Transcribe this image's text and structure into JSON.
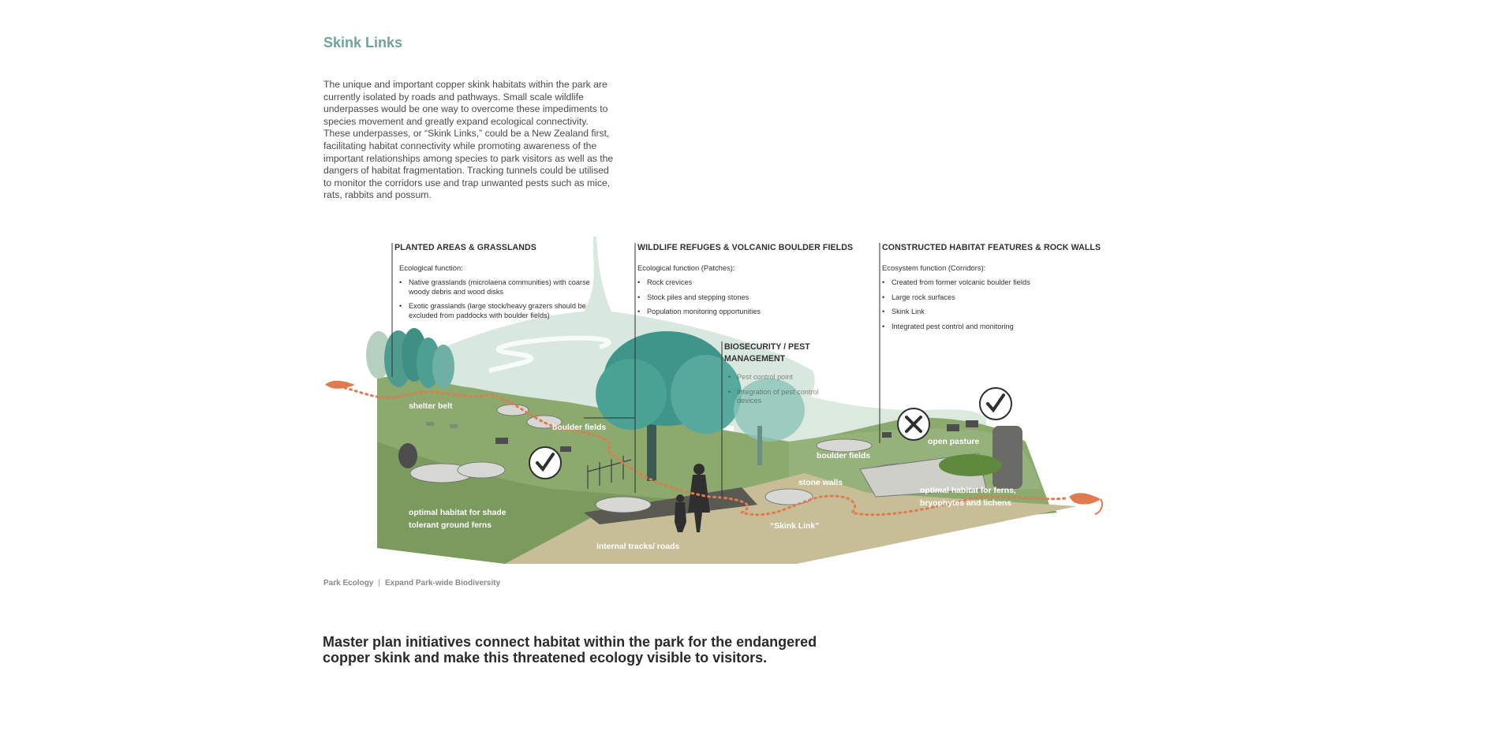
{
  "page": {
    "title": "Skink Links",
    "intro": "The unique and important copper skink habitats within the park are currently isolated by roads and pathways. Small scale wildlife underpasses would be one way to overcome these impediments to species movement and greatly expand ecological connectivity. These underpasses, or “Skink Links,” could be a New Zealand first, facilitating habitat connectivity while promoting awareness of the important relationships among species to park visitors as well as the dangers of habitat fragmentation. Tracking tunnels could be utilised to monitor the corridors use and trap unwanted pests such as mice, rats, rabbits and possum."
  },
  "columns": [
    {
      "heading": "PLANTED AREAS & GRASSLANDS",
      "function_label": "Ecological function:",
      "items": [
        "Native grasslands (microlaena communities) with coarse woody debris and wood disks",
        "Exotic grasslands (large stock/heavy grazers should be excluded from paddocks with boulder fields)"
      ]
    },
    {
      "heading": "WILDLIFE REFUGES & VOLCANIC BOULDER FIELDS",
      "function_label": "Ecological function (Patches):",
      "items": [
        "Rock crevices",
        "Stock piles and stepping stones",
        "Population monitoring opportunities"
      ]
    },
    {
      "heading": "CONSTRUCTED HABITAT FEATURES & ROCK WALLS",
      "function_label": "Ecosystem function (Corridors):",
      "items": [
        "Created from former volcanic boulder fields",
        "Large rock surfaces",
        "Skink Link",
        "Integrated pest control and monitoring"
      ]
    }
  ],
  "biosecurity": {
    "heading": "BIOSECURITY / PEST MANAGEMENT",
    "items": [
      "Pest control point",
      "Integration of pest control devices"
    ]
  },
  "scene_labels": {
    "shelter_belt": "shelter belt",
    "boulder_fields_1": "boulder fields",
    "boulder_fields_2": "boulder fields",
    "open_pasture": "open pasture",
    "stone_walls": "stone walls",
    "optimal_shade": "optimal habitat for shade tolerant ground ferns",
    "optimal_ferns": "optimal habitat for ferns, bryophytes and lichens",
    "skink_link": "“Skink Link”",
    "internal_tracks": "internal tracks/ roads"
  },
  "caption": {
    "left": "Park Ecology",
    "separator": "|",
    "right": "Expand Park-wide Biodiversity"
  },
  "bottom_text": "Master plan initiatives connect habitat within the park for the endangered copper skink and make this threatened ecology visible to visitors.",
  "colors": {
    "title": "#6fa39a",
    "grass": "#8aa86c",
    "grass_dark": "#6f8f55",
    "hill": "#c9ddd0",
    "tree": "#3f9488",
    "path": "#c4bc94",
    "skink": "#e07a4f"
  }
}
